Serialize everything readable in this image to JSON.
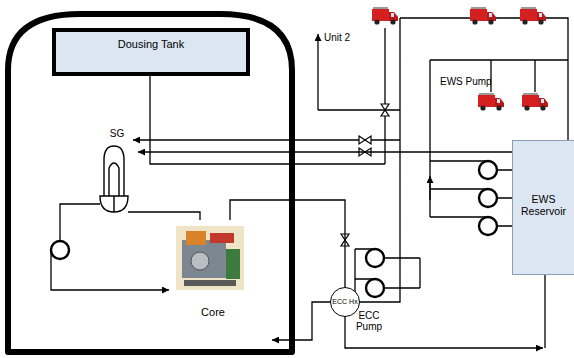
{
  "diagram": {
    "nodes": [
      {
        "text": [
          "Dousing Tank"
        ]
      },
      {
        "text": [
          "SG"
        ]
      },
      {
        "text": [
          "Core"
        ]
      },
      {
        "text": [
          "ECC Hx"
        ]
      },
      {
        "text": [
          "EWS Reservoir"
        ]
      }
    ],
    "edges": [
      {
        "from": 4,
        "to": 1,
        "arrow": "to"
      },
      {
        "from": 3,
        "to": 2,
        "arrow": "none"
      }
    ],
    "labels": [
      "Unit 2",
      "EWS Pump",
      "ECC Pump"
    ]
  }
}
